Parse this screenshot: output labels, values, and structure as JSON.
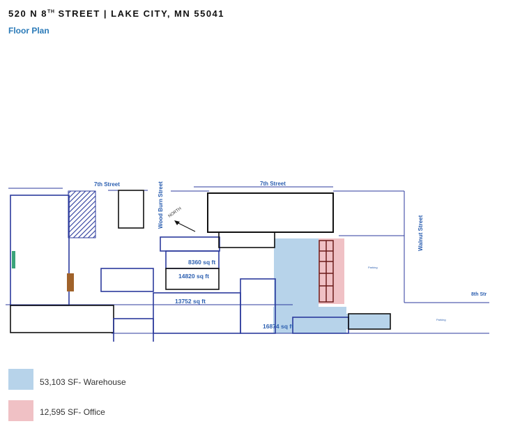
{
  "header": {
    "title_prefix": "520 N 8",
    "title_sup": "TH",
    "title_suffix": " STREET | LAKE CITY, MN 55041",
    "subtitle": "Floor Plan"
  },
  "plan": {
    "streets": {
      "seventh_left": "7th Street",
      "seventh_right": "7th Street",
      "wood_burn": "Wood Burn Street",
      "walnut": "Walnut Street",
      "eighth": "8th Str"
    },
    "north_label": "NORTH",
    "areas": {
      "a8360": "8360 sq ft",
      "a14820": "14820 sq ft",
      "a13752": "13752 sq ft",
      "a16874": "16874 sq ft"
    },
    "parking_1": "Parking",
    "parking_2": "Parking"
  },
  "legend": [
    {
      "label": "53,103 SF- Warehouse",
      "color": "#b7d3ea"
    },
    {
      "label": "12,595 SF- Office",
      "color": "#f0c1c5"
    }
  ],
  "colors": {
    "line": "#2b3a9c",
    "street_text": "#2c5fb0"
  }
}
